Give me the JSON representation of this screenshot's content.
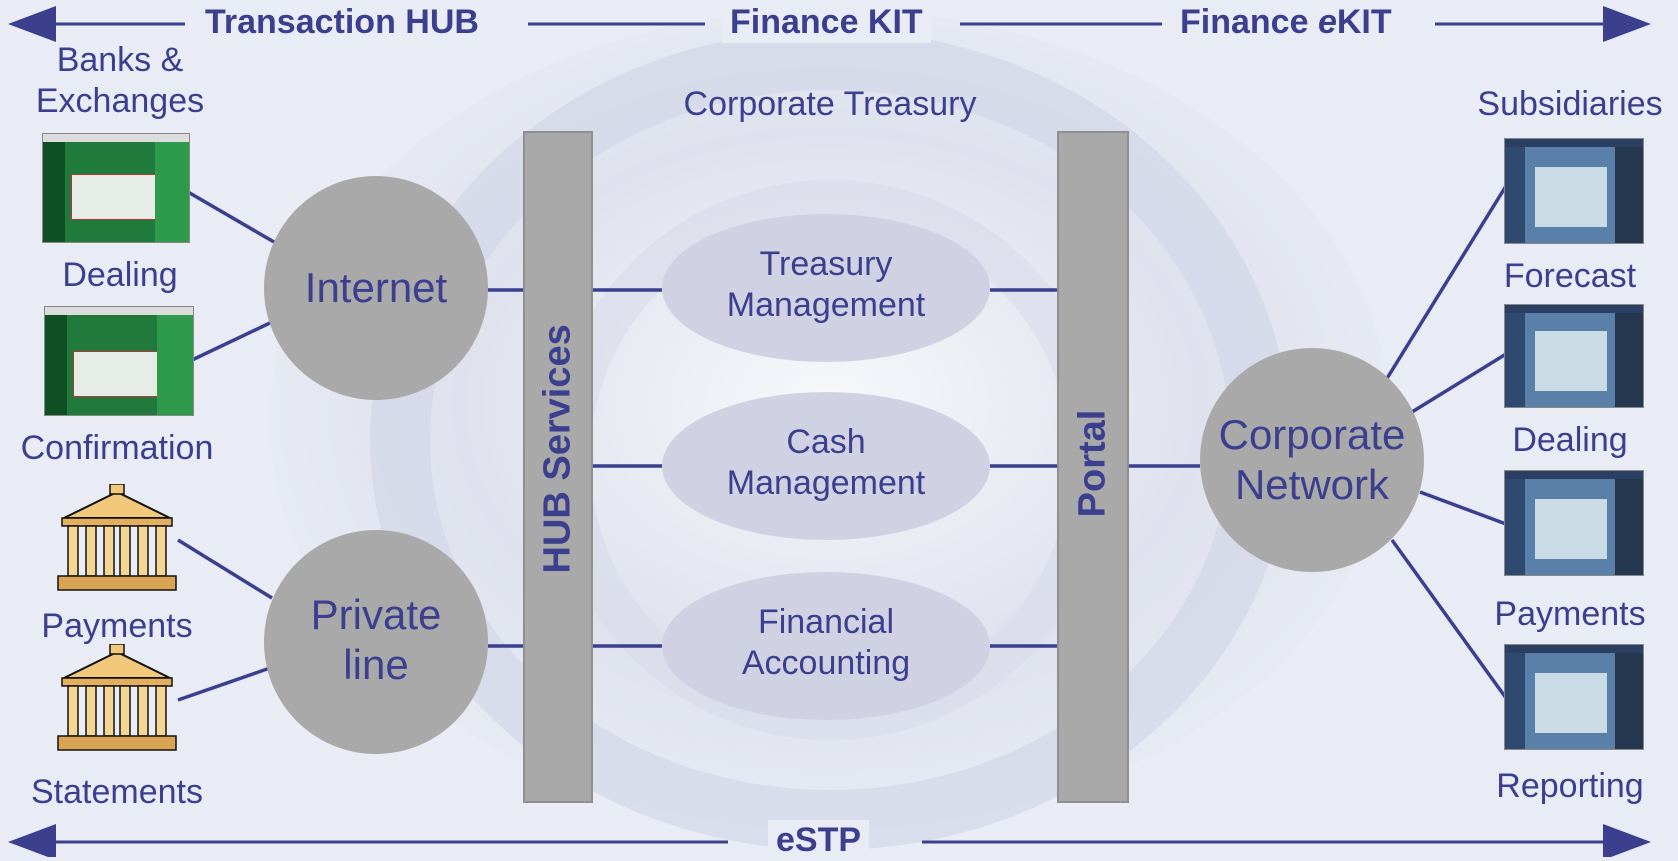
{
  "header": {
    "left": "Transaction HUB",
    "center": "Finance KIT",
    "right_prefix": "Finance ",
    "right_em": "e",
    "right_suffix": "KIT"
  },
  "footer": {
    "label": "eSTP"
  },
  "corporate_treasury": "Corporate Treasury",
  "left_column": {
    "banks_line1": "Banks &",
    "banks_line2": "Exchanges",
    "dealing": "Dealing",
    "confirmation": "Confirmation",
    "payments": "Payments",
    "statements": "Statements"
  },
  "right_column": {
    "subsidiaries": "Subsidiaries",
    "forecast": "Forecast",
    "dealing": "Dealing",
    "payments": "Payments",
    "reporting": "Reporting"
  },
  "nodes": {
    "internet": "Internet",
    "private_line1": "Private",
    "private_line2": "line",
    "corporate_line1": "Corporate",
    "corporate_line2": "Network"
  },
  "pillars": {
    "hub_services": "HUB Services",
    "portal": "Portal"
  },
  "modules": {
    "treasury_line1": "Treasury",
    "treasury_line2": "Management",
    "cash_line1": "Cash",
    "cash_line2": "Management",
    "fin_line1": "Financial",
    "fin_line2": "Accounting"
  },
  "colors": {
    "text": "#3b3f8e",
    "connector": "#3b3f8e",
    "node_fill": "#a9a9a9",
    "module_fill": "#d0d2e4",
    "background": "#e9ecf4"
  },
  "icons": {
    "bank_screens": "green-trading-screen",
    "exchange_buildings": "classical-building-icon",
    "subsidiary_screens": "blue-portal-screen"
  }
}
